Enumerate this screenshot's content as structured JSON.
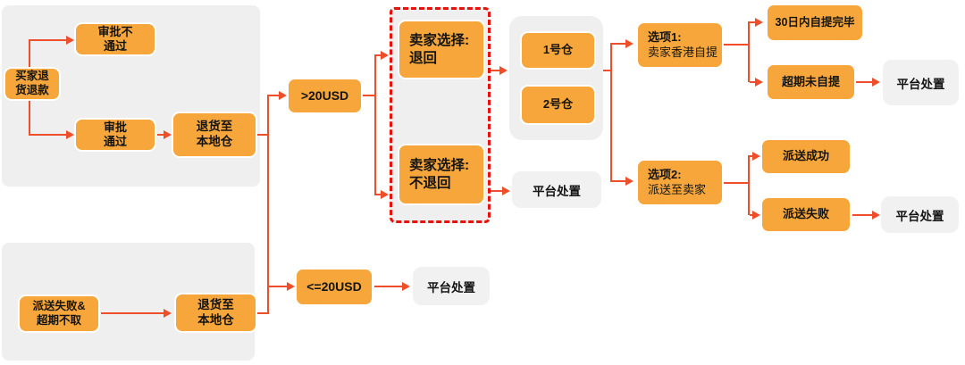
{
  "diagram": {
    "title_hint": "buyer-return-refund-flowchart",
    "colors": {
      "node_fill": "#F6A63B",
      "node_border": "#FFFFFF",
      "arrow": "#EF4E2B",
      "dashed_border": "#E8120C",
      "panel_fill": "#EFEFEF",
      "result_fill": "#F1F1F1",
      "text": "#141414"
    },
    "nodes": {
      "buyer_return": {
        "text": "买家退\n货退款"
      },
      "approval_rejected": {
        "text": "审批不\n通过"
      },
      "approval_passed": {
        "text": "审批\n通过"
      },
      "return_warehouse_top": {
        "text": "退货至\n本地仓"
      },
      "over_20usd": {
        "text": ">20USD"
      },
      "seller_return": {
        "text": "卖家选择:\n退回"
      },
      "seller_no_return": {
        "text": "卖家选择:\n不退回"
      },
      "warehouse_1": {
        "text": "1号仓"
      },
      "warehouse_2": {
        "text": "2号仓"
      },
      "option_1": {
        "line1": "选项1:",
        "line2": "卖家香港自提"
      },
      "pickup_completed_30d": {
        "text": "30日内自提完毕"
      },
      "pickup_overdue": {
        "text": "超期未自提"
      },
      "option_2": {
        "line1": "选项2:",
        "line2": "派送至卖家"
      },
      "delivery_success": {
        "text": "派送成功"
      },
      "delivery_failed": {
        "text": "派送失败"
      },
      "delivery_failed_unclaimed": {
        "text": "派送失败&\n超期不取"
      },
      "return_warehouse_bottom": {
        "text": "退货至\n本地仓"
      },
      "under_20usd": {
        "text": "<=20USD"
      },
      "platform_disposal": {
        "text": "平台处置"
      }
    },
    "edges": [
      {
        "from": "buyer_return",
        "to": "approval_rejected"
      },
      {
        "from": "buyer_return",
        "to": "approval_passed"
      },
      {
        "from": "approval_passed",
        "to": "return_warehouse_top"
      },
      {
        "from": "return_warehouse_top",
        "to": "over_20usd"
      },
      {
        "from": "return_warehouse_top",
        "to": "under_20usd"
      },
      {
        "from": "over_20usd",
        "to": "seller_return"
      },
      {
        "from": "over_20usd",
        "to": "seller_no_return"
      },
      {
        "from": "seller_return",
        "to": "warehouse_panel"
      },
      {
        "from": "seller_no_return",
        "to": "platform_disposal"
      },
      {
        "from": "warehouse_panel",
        "to": "option_1"
      },
      {
        "from": "warehouse_panel",
        "to": "option_2"
      },
      {
        "from": "option_1",
        "to": "pickup_completed_30d"
      },
      {
        "from": "option_1",
        "to": "pickup_overdue"
      },
      {
        "from": "pickup_overdue",
        "to": "platform_disposal"
      },
      {
        "from": "option_2",
        "to": "delivery_success"
      },
      {
        "from": "option_2",
        "to": "delivery_failed"
      },
      {
        "from": "delivery_failed",
        "to": "platform_disposal"
      },
      {
        "from": "delivery_failed_unclaimed",
        "to": "return_warehouse_bottom"
      },
      {
        "from": "return_warehouse_bottom",
        "to": "under_20usd"
      },
      {
        "from": "under_20usd",
        "to": "platform_disposal"
      }
    ]
  }
}
